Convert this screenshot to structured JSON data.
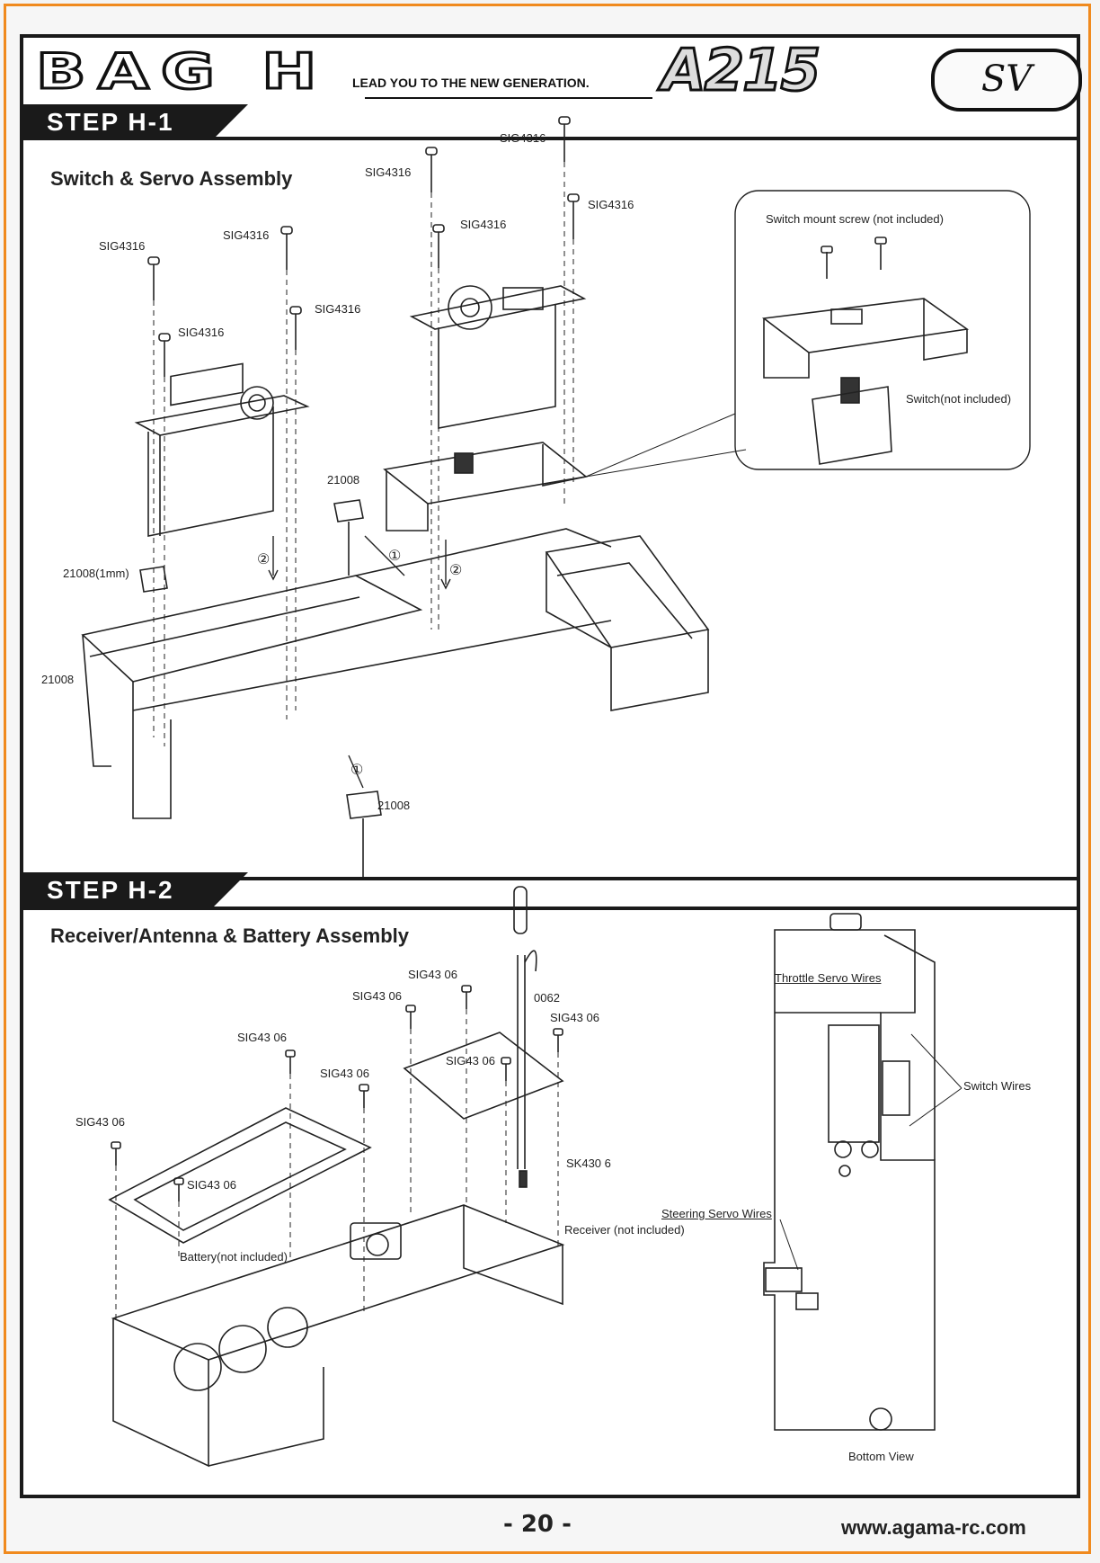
{
  "header": {
    "bag_title": "BAG H",
    "tagline": "LEAD YOU TO THE NEW GENERATION.",
    "logo": "A215",
    "logo_badge": "SV"
  },
  "step1": {
    "step_label": "STEP H-1",
    "title": "Switch & Servo Assembly",
    "callout_screw": "Switch mount screw (not included)",
    "callout_switch": "Switch(not included)",
    "screw_part": "SIG4316",
    "tray_part": "21008",
    "spacer_part": "21008(1mm)",
    "mount_part": "21008",
    "bracket_part": "21008",
    "seq_1": "①",
    "seq_2": "②"
  },
  "step2": {
    "step_label": "STEP H-2",
    "title": "Receiver/Antenna & Battery Assembly",
    "screw_part": "SIG43 06",
    "antenna_part": "0062",
    "sk_part": "SK430 6",
    "receiver": "Receiver (not included)",
    "battery": "Battery(not included)",
    "throttle_wires": "Throttle Servo Wires",
    "switch_wires": "Switch Wires",
    "steering_wires": "Steering Servo Wires",
    "bottom_view": "Bottom View"
  },
  "footer": {
    "page_number": "- 20 -",
    "url": "www.agama-rc.com"
  }
}
